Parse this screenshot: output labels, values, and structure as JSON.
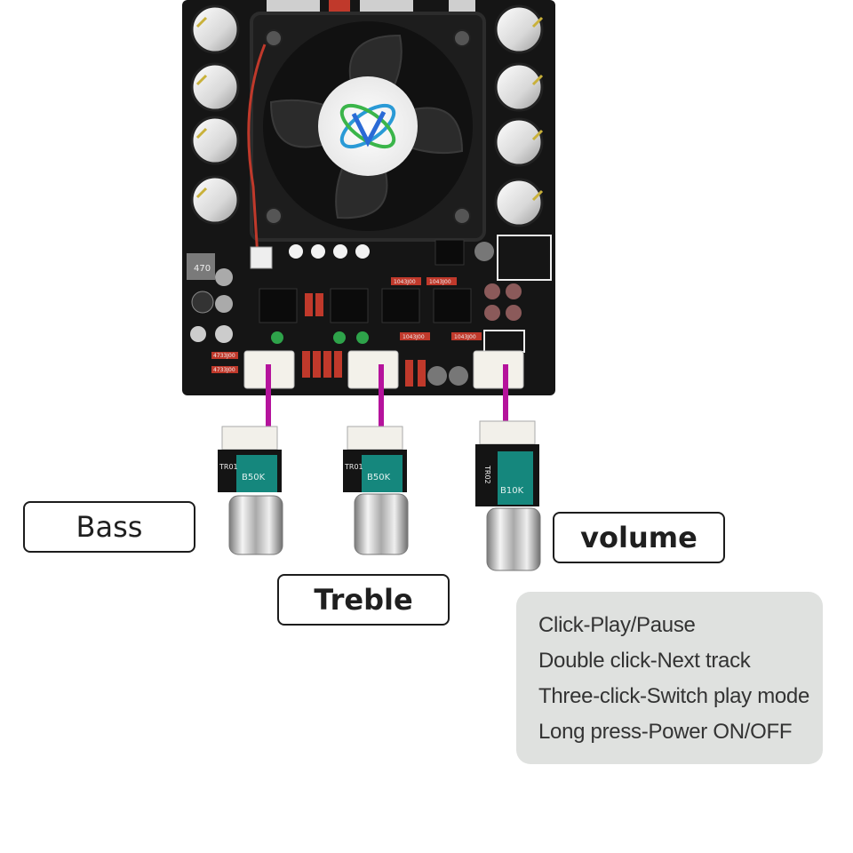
{
  "labels": {
    "bass": "Bass",
    "treble": "Treble",
    "volume": "volume"
  },
  "controls_info": [
    "Click-Play/Pause",
    "Double click-Next track",
    "Three-click-Switch play mode",
    "Long press-Power ON/OFF"
  ],
  "board": {
    "resistor_codes": [
      "1043J00",
      "1043J00",
      "1043J00",
      "1043J00",
      "4733J00",
      "4733J00"
    ],
    "inductor_code": "470"
  },
  "potentiometers": [
    {
      "tag": "TR01",
      "value": "B50K"
    },
    {
      "tag": "TR01",
      "value": "B50K"
    },
    {
      "tag": "TR02",
      "value": "B10K"
    }
  ],
  "colors": {
    "pcb": "#151515",
    "wire": "#b5139c",
    "pot_body": "#15877d",
    "label_border": "#1c1c1c",
    "info_bg": "#dfe1df"
  }
}
